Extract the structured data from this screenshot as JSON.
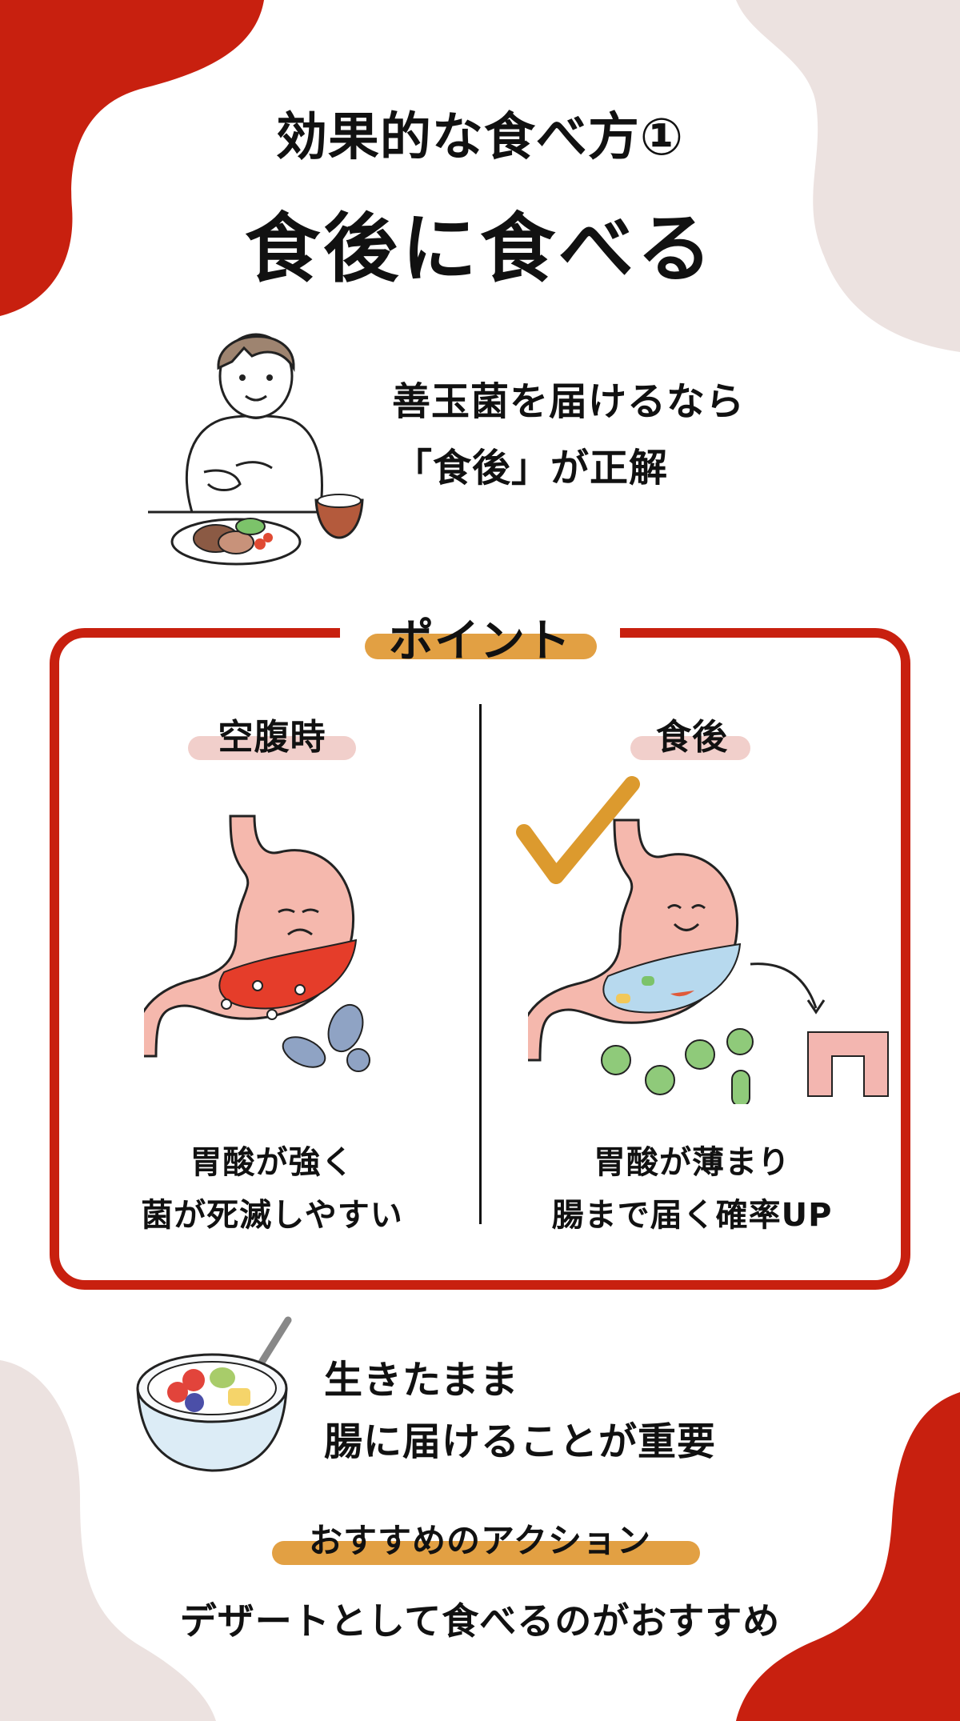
{
  "colors": {
    "accent_red": "#c8200f",
    "blob_beige": "#ece2e0",
    "highlight_orange": "#e2a043",
    "highlight_pink": "#f1cfcb",
    "text": "#111111"
  },
  "header": {
    "title_line1": "効果的な食べ方①",
    "title_line2": "食後に食べる"
  },
  "lead": {
    "line1": "善玉菌を届けるなら",
    "line2": "「食後」が正解",
    "illustration": "person-eating-meal-icon"
  },
  "point_box": {
    "label": "ポイント",
    "left": {
      "title": "空腹時",
      "illustration": "sad-stomach-with-acid-icon",
      "line1": "胃酸が強く",
      "line2": "菌が死滅しやすい"
    },
    "right": {
      "title": "食後",
      "illustration": "happy-stomach-with-bacteria-icon",
      "check_icon": "checkmark-icon",
      "line1": "胃酸が薄まり",
      "line2": "腸まで届く確率UP"
    }
  },
  "summary": {
    "line1": "生きたまま",
    "line2": "腸に届けることが重要",
    "illustration": "yogurt-bowl-icon"
  },
  "action": {
    "label": "おすすめのアクション",
    "text": "デザートとして食べるのがおすすめ"
  }
}
